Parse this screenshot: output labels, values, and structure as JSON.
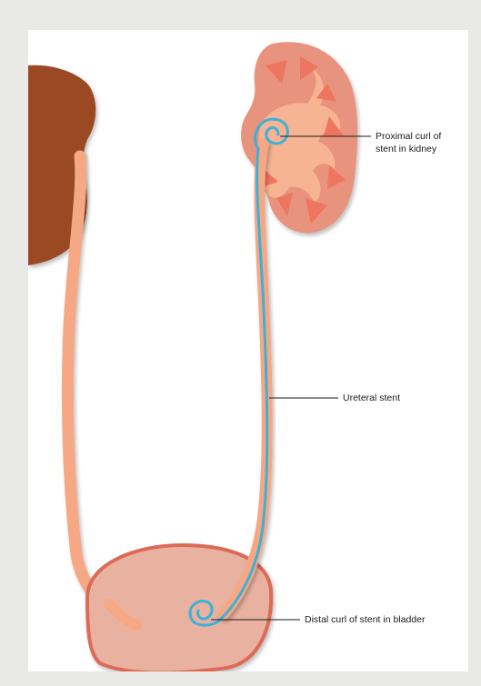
{
  "labels": {
    "proximal": "Proximal curl of\nstent in kidney",
    "stent": "Ureteral stent",
    "distal": "Distal curl of stent in bladder"
  },
  "colors": {
    "background": "#e9e9e7",
    "canvas": "#ffffff",
    "kidney_left": "#9b4a22",
    "kidney_right": "#e8937d",
    "kidney_inner": "#f7b494",
    "pyramid": "#ee7560",
    "ureter": "#f6a884",
    "bladder_fill": "#e9b2a0",
    "bladder_rim": "#dd6b57",
    "stent": "#3bb1d8",
    "leader_line": "#1a1a1a"
  }
}
